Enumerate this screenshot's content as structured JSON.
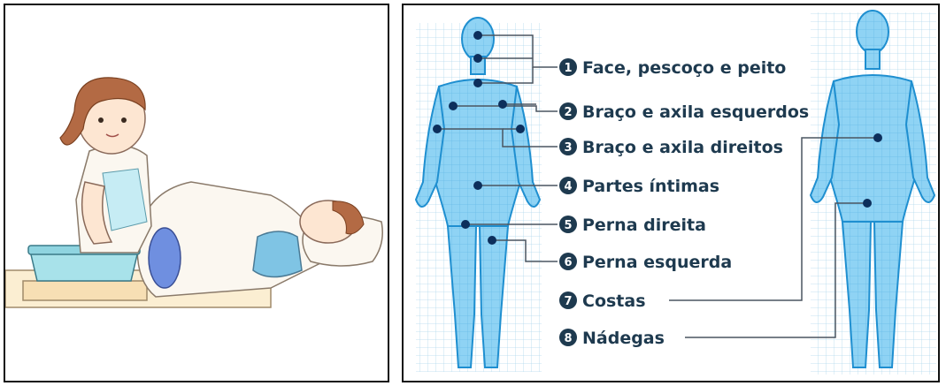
{
  "legend": {
    "items": [
      {
        "num": "1",
        "label": "Face, pescoço e peito"
      },
      {
        "num": "2",
        "label": "Braço e axila esquerdos"
      },
      {
        "num": "3",
        "label": "Braço e axila direitos"
      },
      {
        "num": "4",
        "label": "Partes íntimas"
      },
      {
        "num": "5",
        "label": "Perna direita"
      },
      {
        "num": "6",
        "label": "Perna esquerda"
      },
      {
        "num": "7",
        "label": "Costas"
      },
      {
        "num": "8",
        "label": "Nádegas"
      }
    ]
  },
  "colors": {
    "body_fill": "#8fd3f4",
    "body_line": "#1f8fd0",
    "dot": "#0d2f5c",
    "label": "#1e3a4f",
    "connector": "#4a5560"
  }
}
